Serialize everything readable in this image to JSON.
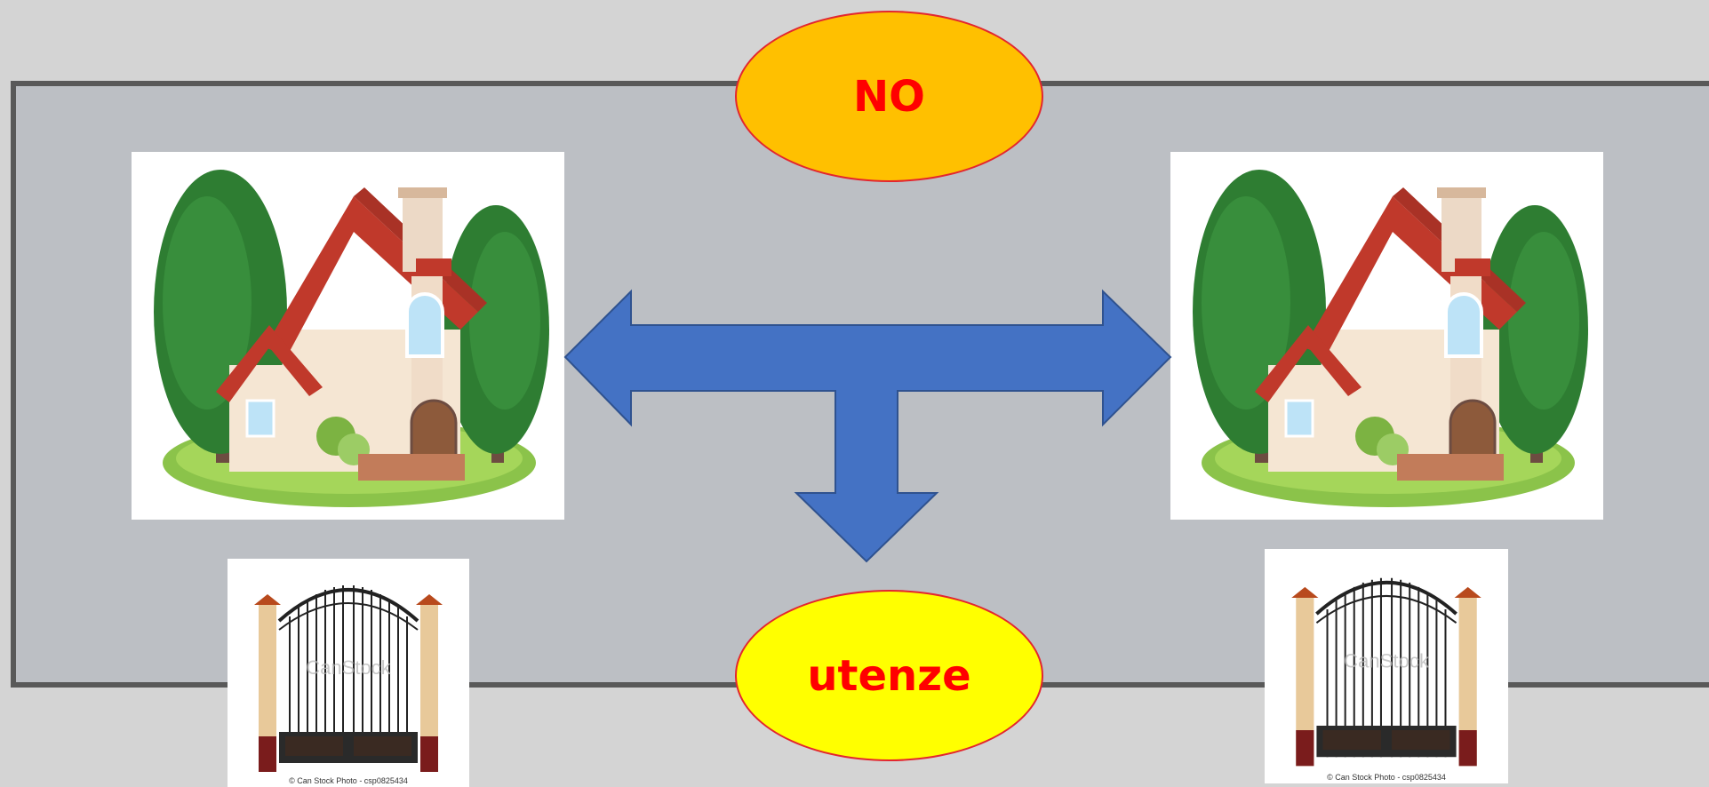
{
  "ovals": {
    "top": {
      "label": "NO",
      "fill": "#ffc000"
    },
    "bottom": {
      "label": "utenze",
      "fill": "#ffff00"
    }
  },
  "images": {
    "house_left": {
      "icon": "house-icon"
    },
    "house_right": {
      "icon": "house-icon"
    },
    "gate_left": {
      "icon": "gate-icon",
      "credit": "© Can Stock Photo - csp0825434",
      "watermark": "CanStock"
    },
    "gate_right": {
      "icon": "gate-icon",
      "credit": "© Can Stock Photo - csp0825434",
      "watermark": "CanStock"
    }
  },
  "colors": {
    "arrow": "#4472c4",
    "panel": "#bcbfc4",
    "panel_border": "#595959",
    "oval_border": "#e3262e",
    "oval_text": "#ff0000"
  },
  "bottom_caption": ""
}
